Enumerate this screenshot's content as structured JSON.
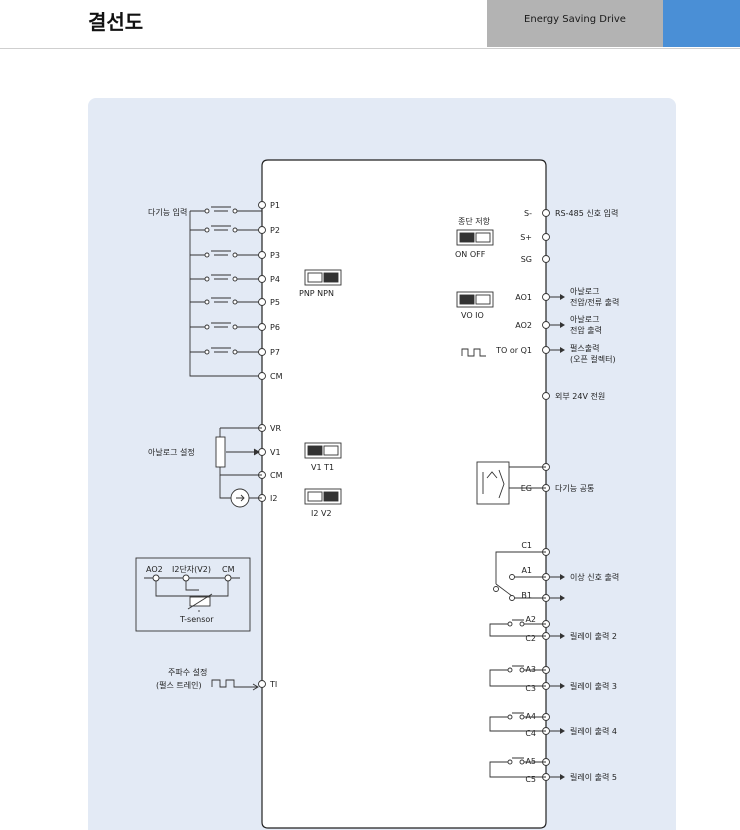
{
  "header": {
    "title": "결선도",
    "brand": "Energy Saving Drive",
    "accent_color": "#4a8fd6",
    "bar_color": "#b3b3b3",
    "panel_color": "#e3eaf5"
  },
  "diagram": {
    "left_groups": {
      "multi_input": "다기능 입력",
      "analog_setting": "아날로그 설정",
      "freq_setting_line1": "주파수 설정",
      "freq_setting_line2": "(펄스 트레인)"
    },
    "left_terminals": [
      "P1",
      "P2",
      "P3",
      "P4",
      "P5",
      "P6",
      "P7",
      "CM",
      "VR",
      "V1",
      "CM",
      "I2",
      "TI"
    ],
    "switches": {
      "pnp_npn": "PNP  NPN",
      "v1_t1": "V1  T1",
      "i2_v2": "I2  V2",
      "termination_title": "종단 저항",
      "on_off": "ON   OFF",
      "vo_io": "VO  IO"
    },
    "tsensor": {
      "ao2": "AO2",
      "i2_terminal": "I2단자(V2)",
      "cm": "CM",
      "label": "T-sensor"
    },
    "right_terminals": [
      "S-",
      "S+",
      "SG",
      "AO1",
      "AO2",
      "TO or Q1",
      "EG",
      "C1",
      "A1",
      "B1",
      "A2",
      "C2",
      "A3",
      "C3",
      "A4",
      "C4",
      "A5",
      "C5"
    ],
    "right_labels": {
      "rs485": "RS-485 신호 입력",
      "analog1_line1": "아날로그",
      "analog1_line2": "전압/전류 출력",
      "analog2_line1": "아날로그",
      "analog2_line2": "전압 출력",
      "pulse_line1": "펄스출력",
      "pulse_line2": "(오픈 컬렉터)",
      "ext24v": "외부 24V 전원",
      "multi_common": "다기능 공통",
      "fault": "이상 신호 출력",
      "relay2": "릴레이 출력 2",
      "relay3": "릴레이 출력 3",
      "relay4": "릴레이 출력 4",
      "relay5": "릴레이 출력 5"
    }
  }
}
